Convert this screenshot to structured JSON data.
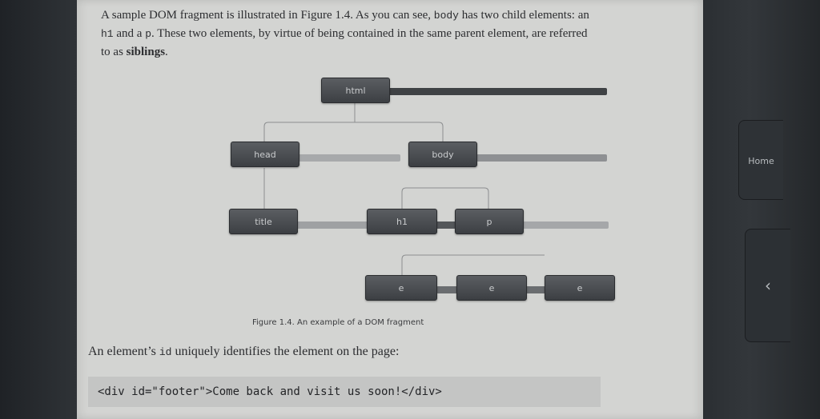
{
  "paragraph": {
    "t1": "A sample DOM fragment is illustrated in Figure 1.4. As you can see, ",
    "c1": "body",
    "t2": " has two child elements: an ",
    "c2": "h1",
    "t3": " and a ",
    "c3": "p",
    "t4": ". These two elements, by virtue of being contained in the same parent element, are referred to as ",
    "bold": "siblings",
    "t5": "."
  },
  "figure": {
    "nodes": {
      "html": "html",
      "head": "head",
      "body": "body",
      "title": "title",
      "h1": "h1",
      "p": "p",
      "child1": "e",
      "child2": "e",
      "child3": "e"
    },
    "caption": "Figure 1.4. An example of a DOM fragment"
  },
  "lead": {
    "t1": "An element’s ",
    "code": "id",
    "t2": " uniquely identifies the element on the page:"
  },
  "code_example": "<div id=\"footer\">Come back and visit us soon!</div>",
  "device": {
    "home_label": "Home",
    "back_glyph": "‹"
  }
}
